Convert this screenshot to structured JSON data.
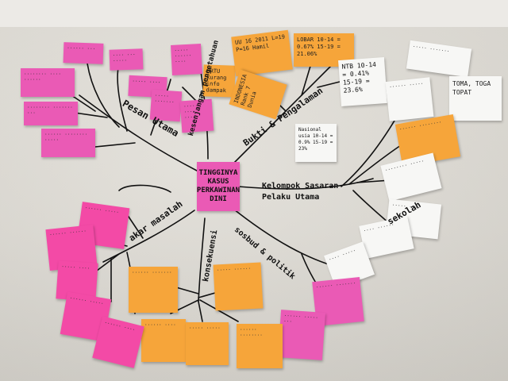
{
  "photo": {
    "subject": "mind-map-sticky-notes"
  },
  "central": {
    "text": "TINGGINYA KASUS PERKAWINAN DINI"
  },
  "branches": {
    "pesan": "Pesan Utama",
    "kesenjangan": "kesenjangan pengetahuan",
    "bukti": "Bukti & Pengalaman",
    "kelompok": "Kelompok Sasaran Pelaku Utama",
    "sekolah": "sekolah",
    "sosbud": "sosbud & politik",
    "konsekuensi": "konsekuensi",
    "akar": "akar masalah"
  },
  "notes": {
    "ortu": "ORTU kurang info dampak",
    "indonesia": "INDONESIA Rank 7 Dunia",
    "uu": "UU 16 2011 L=19 P=16 Hamil",
    "lobar": "LOBAR 10-14 = 0.67% 15-19 = 21.06%",
    "ntb": "NTB 10-14 = 0.41% 15-19 = 23.6%",
    "nasional": "Nasional usia 10-14 = 0.9% 15-19 = 23%",
    "toma": "TOMA, TOGA TOPAT"
  },
  "colors": {
    "pink": "#ea5ab5",
    "hotpink": "#f34aa6",
    "orange": "#f6a53a",
    "white": "#f7f7f5",
    "ink": "#111111"
  }
}
